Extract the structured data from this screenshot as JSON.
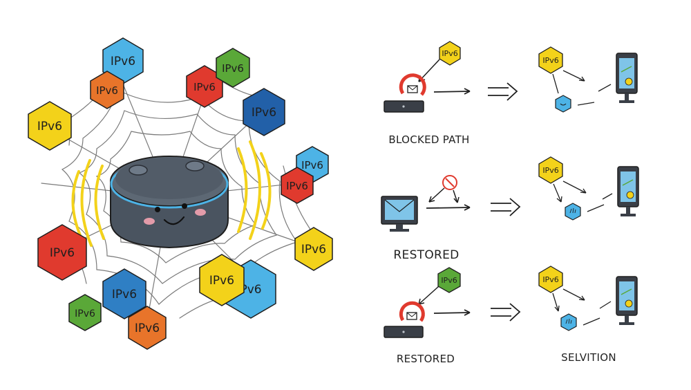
{
  "colors": {
    "red": "#e03a2e",
    "blue": "#2f7fc4",
    "lightblue": "#4db3e6",
    "navy": "#2260a8",
    "green": "#5aa838",
    "orange": "#e8742a",
    "yellow": "#f3d21a",
    "speaker_body": "#4a5460",
    "speaker_ring": "#4db3e6",
    "web": "#7a7a7a",
    "ink": "#1e1e1e"
  },
  "web_hexes": [
    {
      "label": "IPv6",
      "color": "lightblue"
    },
    {
      "label": "IPv6",
      "color": "orange"
    },
    {
      "label": "IPv6",
      "color": "yellow"
    },
    {
      "label": "IPv6",
      "color": "red"
    },
    {
      "label": "IPv6",
      "color": "green"
    },
    {
      "label": "IPv6",
      "color": "navy"
    },
    {
      "label": "IPv6",
      "color": "lightblue"
    },
    {
      "label": "IPv6",
      "color": "red"
    },
    {
      "label": "IPv6",
      "color": "yellow"
    },
    {
      "label": "IPv6",
      "color": "red"
    },
    {
      "label": "IPv6",
      "color": "blue"
    },
    {
      "label": "IPv6",
      "color": "green"
    },
    {
      "label": "IPv6",
      "color": "orange"
    },
    {
      "label": "Pv6",
      "color": "lightblue"
    },
    {
      "label": "IPv6",
      "color": "yellow"
    }
  ],
  "rows": [
    {
      "caption": "BLOCKED PATH",
      "source_hex": {
        "label": "IPv6",
        "color": "yellow"
      },
      "source_icon": "router-with-blocked-magnet-icon",
      "result_hex": {
        "label": "IPv6",
        "color": "yellow"
      },
      "result_node_icon": "smiling-hex-icon"
    },
    {
      "caption": "RESTORED",
      "source_hex": null,
      "source_icon": "monitor-mail-icon",
      "result_hex": {
        "label": "IPv6",
        "color": "yellow"
      },
      "result_node_icon": "hand-hex-icon"
    },
    {
      "caption": "RESTORED",
      "source_hex": {
        "label": "IPv6",
        "color": "green"
      },
      "source_icon": "router-with-blocked-magnet-icon",
      "result_hex": {
        "label": "IPv6",
        "color": "yellow"
      },
      "result_node_icon": "hand-hex-icon"
    }
  ],
  "result_caption": "SELVITION"
}
